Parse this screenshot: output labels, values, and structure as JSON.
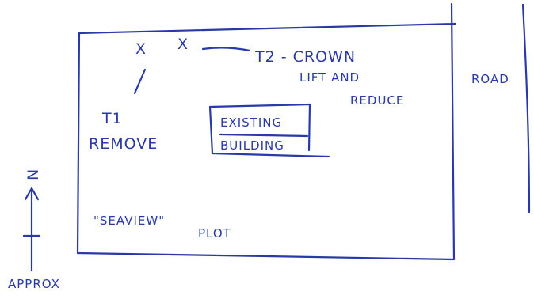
{
  "ink_color": "#2a39a8",
  "trees": {
    "t1_label": "T1",
    "t1_action": "REMOVE",
    "t2_label": "T2 - CROWN",
    "t2_action_line1": "LIFT AND",
    "t2_action_line2": "REDUCE",
    "tree_marker": "X"
  },
  "building": {
    "line1": "EXISTING",
    "line2": "BUILDING"
  },
  "road_label": "ROAD",
  "plot_label_line1": "\"SEAVIEW\"",
  "plot_label_line2": "PLOT",
  "north": {
    "letter": "N",
    "note": "APPROX"
  }
}
